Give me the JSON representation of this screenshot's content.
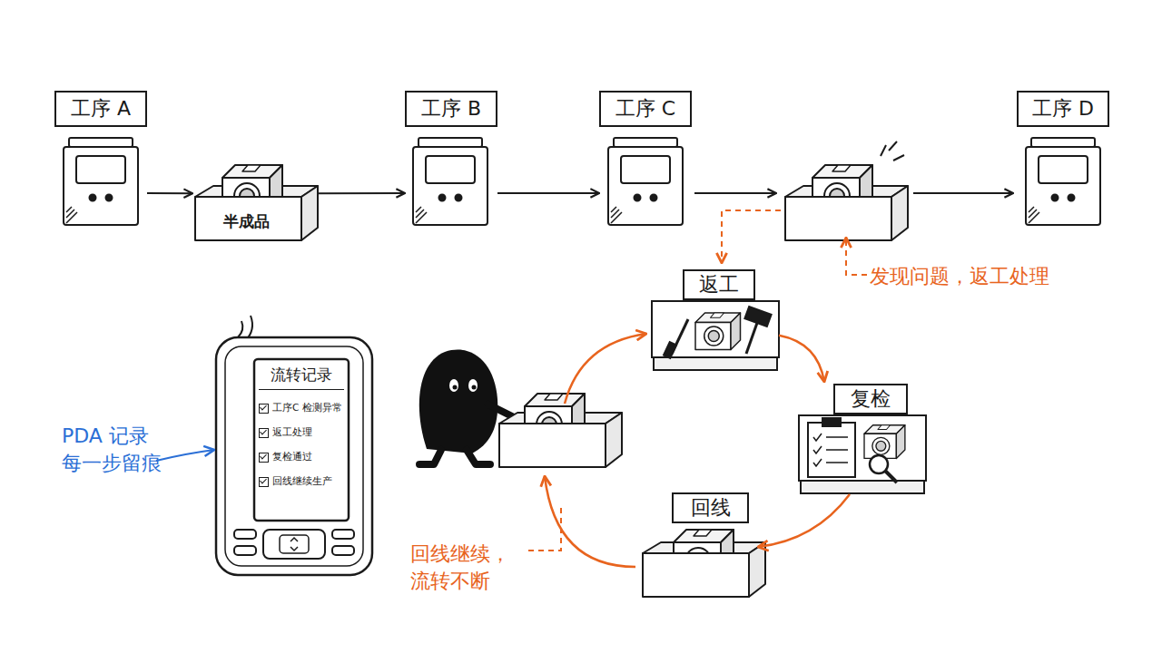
{
  "diagram": {
    "nodes": [
      {
        "text": [
          "工序 A"
        ]
      },
      {
        "text": [
          "半成品"
        ]
      },
      {
        "text": [
          "工序 B"
        ]
      },
      {
        "text": [
          "工序 C"
        ]
      },
      {
        "text": [
          "工序 D"
        ]
      },
      {
        "text": [
          "返工"
        ]
      },
      {
        "text": [
          "复检"
        ]
      },
      {
        "text": [
          "回线"
        ]
      },
      {
        "text": [
          "流转记录",
          "工序C 检测异常",
          "返工处理",
          "复检通过",
          "回线继续生产"
        ]
      }
    ],
    "edges": [
      {
        "from": 0,
        "to": 1,
        "arrow": "to"
      },
      {
        "from": 1,
        "to": 2,
        "arrow": "to"
      },
      {
        "from": 2,
        "to": 3,
        "arrow": "to"
      },
      {
        "from": 5,
        "to": 6,
        "arrow": "to"
      },
      {
        "from": 6,
        "to": 7,
        "arrow": "to"
      }
    ],
    "labels": [
      "发现问题，返工处理",
      "回线继续， 流转不断",
      "PDA 记录 每一步留痕"
    ]
  }
}
